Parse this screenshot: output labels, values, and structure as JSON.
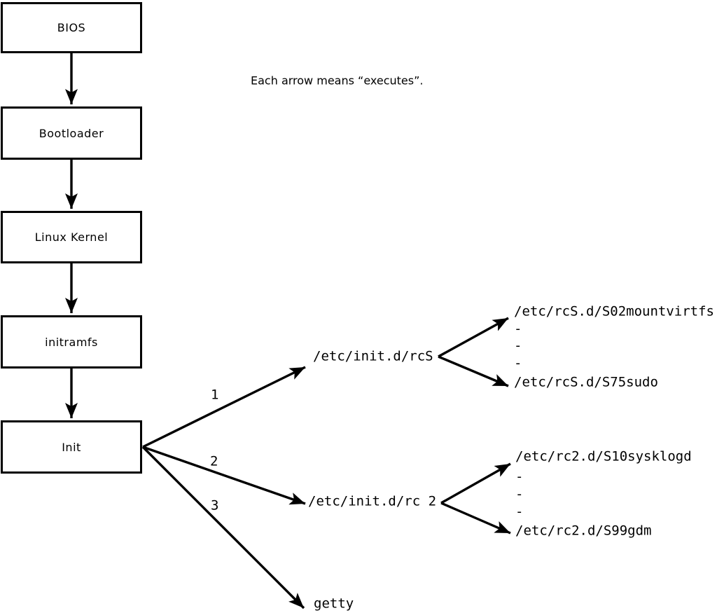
{
  "caption": "Each arrow means “executes”.",
  "colors": {
    "line": "#000000",
    "background": "#ffffff",
    "box_fill": "#ffffff",
    "text": "#000000"
  },
  "boot_chain": {
    "bios": "BIOS",
    "bootloader": "Bootloader",
    "kernel": "Linux Kernel",
    "initramfs": "initramfs",
    "init": "Init"
  },
  "init_children": {
    "rcs": {
      "edge_label": "1",
      "label": "/etc/init.d/rcS"
    },
    "rc2": {
      "edge_label": "2",
      "label": "/etc/init.d/rc 2"
    },
    "getty": {
      "edge_label": "3",
      "label": "getty"
    }
  },
  "rcs_scripts": {
    "first": "/etc/rcS.d/S02mountvirtfs",
    "ellipsis": [
      "-",
      "-",
      "-"
    ],
    "last": "/etc/rcS.d/S75sudo"
  },
  "rc2_scripts": {
    "first": "/etc/rc2.d/S10sysklogd",
    "ellipsis": [
      "-",
      "-",
      "-"
    ],
    "last": "/etc/rc2.d/S99gdm"
  }
}
